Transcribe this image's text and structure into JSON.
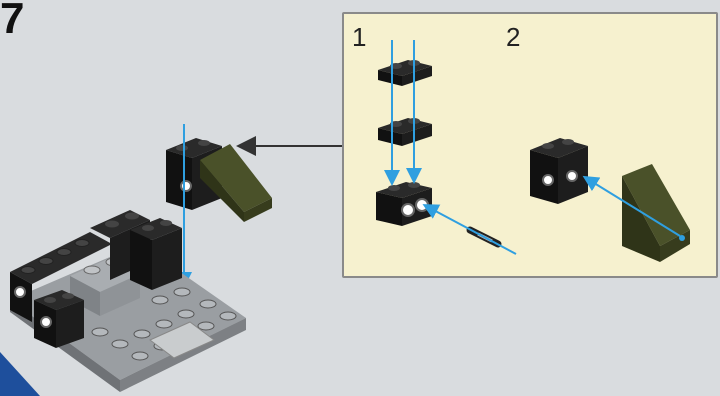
{
  "step": {
    "number": "7"
  },
  "sub_assembly": {
    "steps": [
      {
        "label": "1"
      },
      {
        "label": "2"
      }
    ]
  },
  "colors": {
    "background": "#d9dcdf",
    "panel": "#f6f1cf",
    "arrow_blue": "#2f9fe0",
    "brick_black": "#1b1b1b",
    "brick_gray": "#8f9397",
    "brick_olive": "#3d4322",
    "corner_blue": "#1e4f9c"
  }
}
